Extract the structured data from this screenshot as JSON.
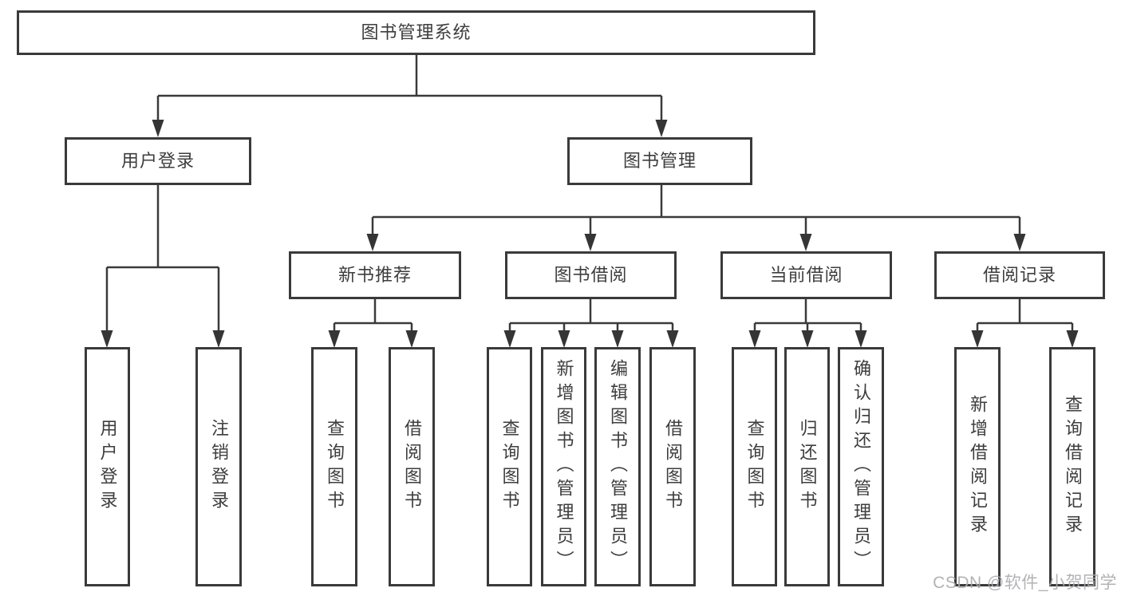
{
  "tree": {
    "root": {
      "label": "图书管理系统"
    },
    "branches": [
      {
        "label": "用户登录",
        "children": [
          {
            "label": "用户登录"
          },
          {
            "label": "注销登录"
          }
        ]
      },
      {
        "label": "图书管理",
        "groups": [
          {
            "label": "新书推荐",
            "children": [
              {
                "label": "查询图书"
              },
              {
                "label": "借阅图书"
              }
            ]
          },
          {
            "label": "图书借阅",
            "children": [
              {
                "label": "查询图书"
              },
              {
                "label": "新增图书（管理员）"
              },
              {
                "label": "编辑图书（管理员）"
              },
              {
                "label": "借阅图书"
              }
            ]
          },
          {
            "label": "当前借阅",
            "children": [
              {
                "label": "查询图书"
              },
              {
                "label": "归还图书"
              },
              {
                "label": "确认归还（管理员）"
              }
            ]
          },
          {
            "label": "借阅记录",
            "children": [
              {
                "label": "新增借阅记录"
              },
              {
                "label": "查询借阅记录"
              }
            ]
          }
        ]
      }
    ]
  },
  "watermark": {
    "text": "CSDN @软件_小贺同学"
  },
  "colors": {
    "line": "#3a3a3a",
    "arrow": "#353535",
    "text": "#3d3d3d",
    "watermark": "#ababaf",
    "background": "#ffffff"
  }
}
